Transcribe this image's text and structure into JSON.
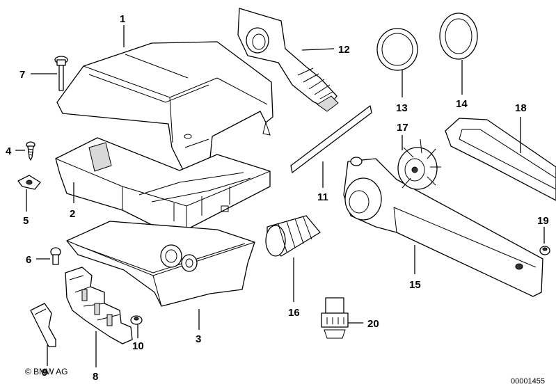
{
  "callouts": [
    {
      "id": "1",
      "label": "1"
    },
    {
      "id": "2",
      "label": "2"
    },
    {
      "id": "3",
      "label": "3"
    },
    {
      "id": "4",
      "label": "4"
    },
    {
      "id": "5",
      "label": "5"
    },
    {
      "id": "6",
      "label": "6"
    },
    {
      "id": "7",
      "label": "7"
    },
    {
      "id": "8",
      "label": "8"
    },
    {
      "id": "9",
      "label": "9"
    },
    {
      "id": "10",
      "label": "10"
    },
    {
      "id": "11",
      "label": "11"
    },
    {
      "id": "12",
      "label": "12"
    },
    {
      "id": "13",
      "label": "13"
    },
    {
      "id": "14",
      "label": "14"
    },
    {
      "id": "15",
      "label": "15"
    },
    {
      "id": "16",
      "label": "16"
    },
    {
      "id": "17",
      "label": "17"
    },
    {
      "id": "18",
      "label": "18"
    },
    {
      "id": "19",
      "label": "19"
    },
    {
      "id": "20",
      "label": "20"
    }
  ],
  "footer": {
    "copyright": "© BMW AG",
    "diagram_code": "00001455"
  }
}
